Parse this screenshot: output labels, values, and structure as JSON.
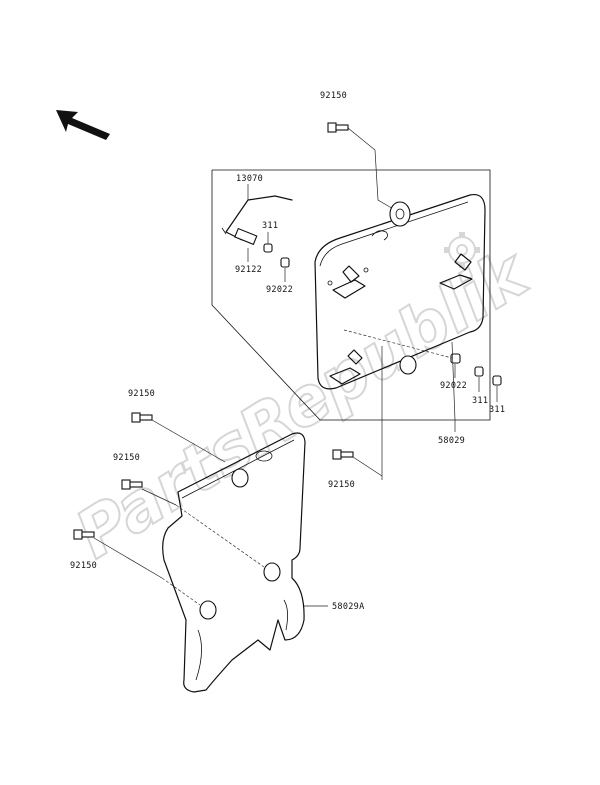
{
  "watermark": "PartsRepublik",
  "direction_arrow_icon": "arrow-up-left-icon",
  "labels": {
    "bolt_top": "92150",
    "cable": "13070",
    "clip_upper": "311",
    "collar_upper": "92122",
    "nut_upper": "92022",
    "nut_right": "92022",
    "clip_right_a": "311",
    "clip_right_b": "311",
    "cover_right": "58029",
    "bolt_mid_right": "92150",
    "bolt_left_a": "92150",
    "bolt_left_b": "92150",
    "bolt_left_c": "92150",
    "cover_left": "58029A"
  }
}
